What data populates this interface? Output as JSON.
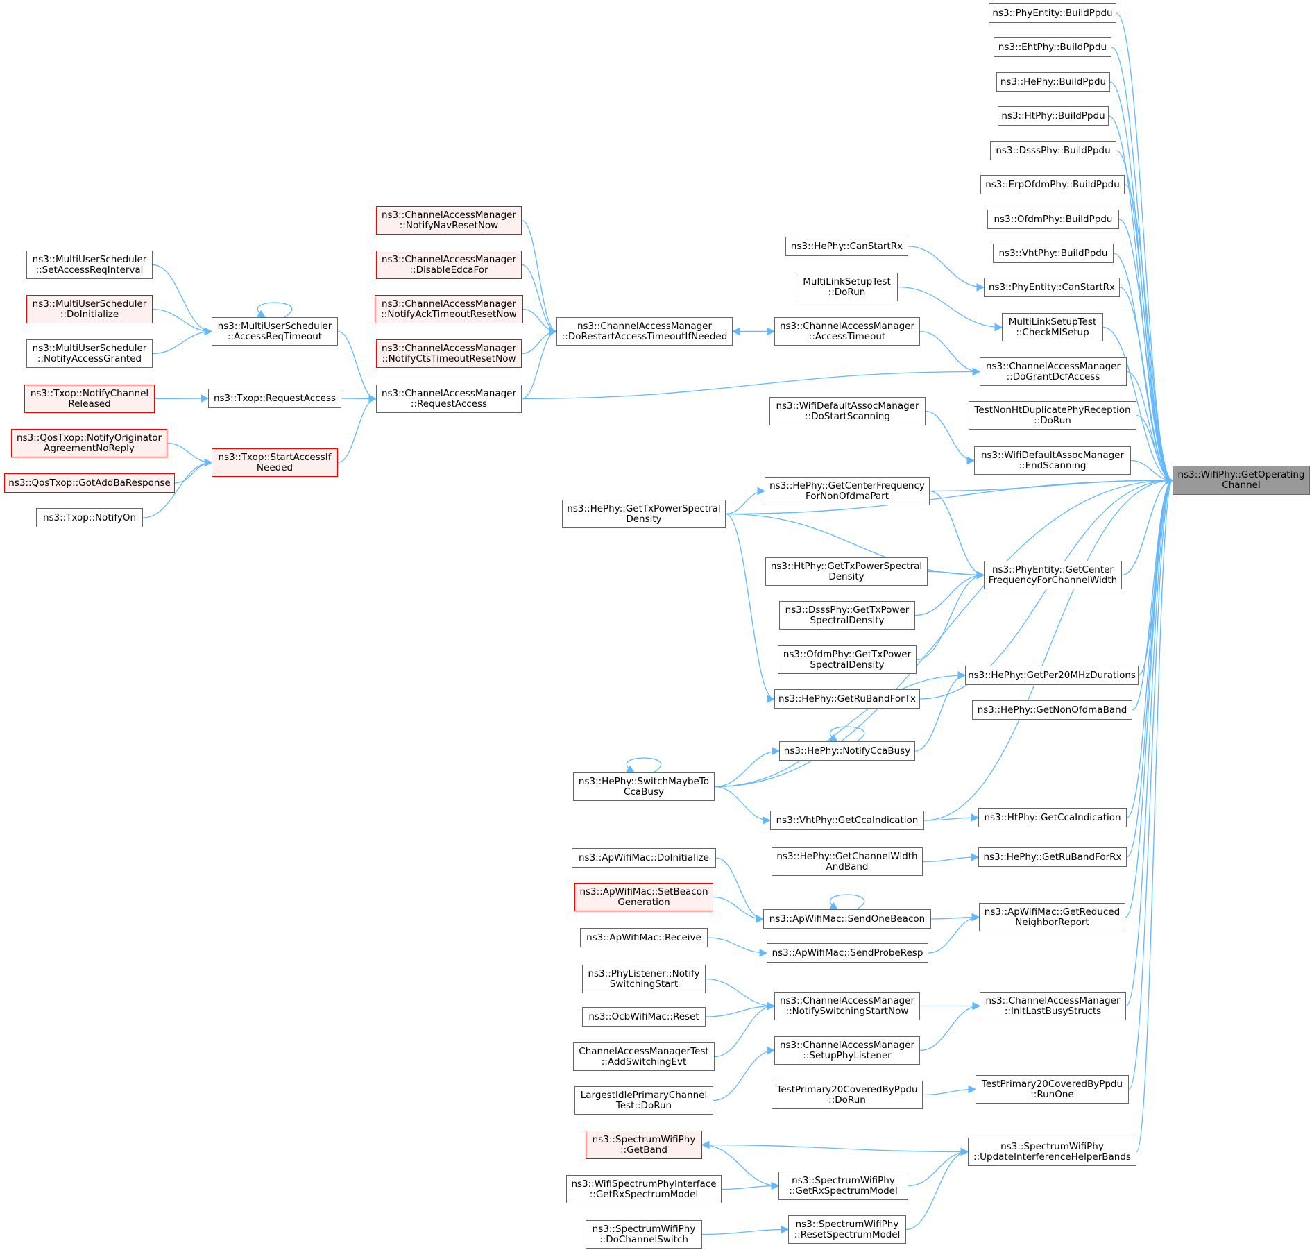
{
  "colors": {
    "edge": "#63b8ff",
    "border_normal": "#666666",
    "border_truncated": "#ff0000",
    "fill_truncated": "#fff0f0",
    "fill_root": "#999999"
  },
  "nodes": {
    "getoperatingchannel": {
      "lines": [
        "ns3::WifiPhy::GetOperating",
        "Channel"
      ],
      "style": "root"
    },
    "phyentity_buildppdu": {
      "lines": [
        "ns3::PhyEntity::BuildPpdu"
      ],
      "style": "normal"
    },
    "ehtphy_buildppdu": {
      "lines": [
        "ns3::EhtPhy::BuildPpdu"
      ],
      "style": "normal"
    },
    "hephy_buildppdu": {
      "lines": [
        "ns3::HePhy::BuildPpdu"
      ],
      "style": "normal"
    },
    "htphy_buildppdu": {
      "lines": [
        "ns3::HtPhy::BuildPpdu"
      ],
      "style": "normal"
    },
    "dsssphy_buildppdu": {
      "lines": [
        "ns3::DsssPhy::BuildPpdu"
      ],
      "style": "normal"
    },
    "erpofdmphy_buildppdu": {
      "lines": [
        "ns3::ErpOfdmPhy::BuildPpdu"
      ],
      "style": "normal"
    },
    "ofdmphy_buildppdu": {
      "lines": [
        "ns3::OfdmPhy::BuildPpdu"
      ],
      "style": "normal"
    },
    "vhtphy_buildppdu": {
      "lines": [
        "ns3::VhtPhy::BuildPpdu"
      ],
      "style": "normal"
    },
    "phyentity_canstartrx": {
      "lines": [
        "ns3::PhyEntity::CanStartRx"
      ],
      "style": "normal"
    },
    "multilinksetuptest_checkmlsetup": {
      "lines": [
        "MultiLinkSetupTest",
        "::CheckMlSetup"
      ],
      "style": "normal"
    },
    "cam_dograntdcfaccess": {
      "lines": [
        "ns3::ChannelAccessManager",
        "::DoGrantDcfAccess"
      ],
      "style": "normal"
    },
    "testnonht_dorun": {
      "lines": [
        "TestNonHtDuplicatePhyReception",
        "::DoRun"
      ],
      "style": "normal"
    },
    "wdam_endscanning": {
      "lines": [
        "ns3::WifiDefaultAssocManager",
        "::EndScanning"
      ],
      "style": "normal"
    },
    "phyentity_getcenterfreq": {
      "lines": [
        "ns3::PhyEntity::GetCenter",
        "FrequencyForChannelWidth"
      ],
      "style": "normal"
    },
    "hephy_getper20": {
      "lines": [
        "ns3::HePhy::GetPer20MHzDurations"
      ],
      "style": "normal"
    },
    "hephy_getnonofdmaband": {
      "lines": [
        "ns3::HePhy::GetNonOfdmaBand"
      ],
      "style": "normal"
    },
    "htphy_getccaindication": {
      "lines": [
        "ns3::HtPhy::GetCcaIndication"
      ],
      "style": "normal"
    },
    "hephy_getrubandforrx": {
      "lines": [
        "ns3::HePhy::GetRuBandForRx"
      ],
      "style": "normal"
    },
    "apwifimac_getreducedneighbor": {
      "lines": [
        "ns3::ApWifiMac::GetReduced",
        "NeighborReport"
      ],
      "style": "normal"
    },
    "cam_initlastbusystructs": {
      "lines": [
        "ns3::ChannelAccessManager",
        "::InitLastBusyStructs"
      ],
      "style": "normal"
    },
    "testprimary20_runone": {
      "lines": [
        "TestPrimary20CoveredByPpdu",
        "::RunOne"
      ],
      "style": "normal"
    },
    "swp_updateinterference": {
      "lines": [
        "ns3::SpectrumWifiPhy",
        "::UpdateInterferenceHelperBands"
      ],
      "style": "normal"
    },
    "hephy_canstartrx": {
      "lines": [
        "ns3::HePhy::CanStartRx"
      ],
      "style": "normal"
    },
    "multilinksetuptest_dorun": {
      "lines": [
        "MultiLinkSetupTest",
        "::DoRun"
      ],
      "style": "normal"
    },
    "cam_accesstimeout": {
      "lines": [
        "ns3::ChannelAccessManager",
        "::AccessTimeout"
      ],
      "style": "normal"
    },
    "wdam_dostartscanning": {
      "lines": [
        "ns3::WifiDefaultAssocManager",
        "::DoStartScanning"
      ],
      "style": "normal"
    },
    "hephy_getcenterfreqnonofdma": {
      "lines": [
        "ns3::HePhy::GetCenterFrequency",
        "ForNonOfdmaPart"
      ],
      "style": "normal"
    },
    "htphy_gettxpsd": {
      "lines": [
        "ns3::HtPhy::GetTxPowerSpectral",
        "Density"
      ],
      "style": "normal"
    },
    "dsssphy_gettxpsd": {
      "lines": [
        "ns3::DsssPhy::GetTxPower",
        "SpectralDensity"
      ],
      "style": "normal"
    },
    "ofdmphy_gettxpsd": {
      "lines": [
        "ns3::OfdmPhy::GetTxPower",
        "SpectralDensity"
      ],
      "style": "normal"
    },
    "hephy_getrubandfortx": {
      "lines": [
        "ns3::HePhy::GetRuBandForTx"
      ],
      "style": "normal"
    },
    "hephy_notifyccabusy": {
      "lines": [
        "ns3::HePhy::NotifyCcaBusy"
      ],
      "style": "normal"
    },
    "vhtphy_getccaindication": {
      "lines": [
        "ns3::VhtPhy::GetCcaIndication"
      ],
      "style": "normal"
    },
    "hephy_getchannelwidthandband": {
      "lines": [
        "ns3::HePhy::GetChannelWidth",
        "AndBand"
      ],
      "style": "normal"
    },
    "apwifimac_sendonebeacon": {
      "lines": [
        "ns3::ApWifiMac::SendOneBeacon"
      ],
      "style": "normal"
    },
    "apwifimac_sendproberesp": {
      "lines": [
        "ns3::ApWifiMac::SendProbeResp"
      ],
      "style": "normal"
    },
    "cam_notifyswitchingstartnow": {
      "lines": [
        "ns3::ChannelAccessManager",
        "::NotifySwitchingStartNow"
      ],
      "style": "normal"
    },
    "cam_setupphylistener": {
      "lines": [
        "ns3::ChannelAccessManager",
        "::SetupPhyListener"
      ],
      "style": "normal"
    },
    "testprimary20_dorun": {
      "lines": [
        "TestPrimary20CoveredByPpdu",
        "::DoRun"
      ],
      "style": "normal"
    },
    "swp_getrxspectrummodel": {
      "lines": [
        "ns3::SpectrumWifiPhy",
        "::GetRxSpectrumModel"
      ],
      "style": "normal"
    },
    "swp_resetspectrummodel": {
      "lines": [
        "ns3::SpectrumWifiPhy",
        "::ResetSpectrumModel"
      ],
      "style": "normal"
    },
    "cam_dorestartaccesstimeout": {
      "lines": [
        "ns3::ChannelAccessManager",
        "::DoRestartAccessTimeoutIfNeeded"
      ],
      "style": "normal"
    },
    "cam_requestaccess": {
      "lines": [
        "ns3::ChannelAccessManager",
        "::RequestAccess"
      ],
      "style": "normal"
    },
    "hephy_gettxpsd": {
      "lines": [
        "ns3::HePhy::GetTxPowerSpectral",
        "Density"
      ],
      "style": "normal"
    },
    "hephy_switchmaybetoccabusy": {
      "lines": [
        "ns3::HePhy::SwitchMaybeTo",
        "CcaBusy"
      ],
      "style": "normal"
    },
    "apwifimac_doinitialize": {
      "lines": [
        "ns3::ApWifiMac::DoInitialize"
      ],
      "style": "normal"
    },
    "apwifimac_setbeacongeneration": {
      "lines": [
        "ns3::ApWifiMac::SetBeacon",
        "Generation"
      ],
      "style": "truncated"
    },
    "apwifimac_receive": {
      "lines": [
        "ns3::ApWifiMac::Receive"
      ],
      "style": "normal"
    },
    "phylistener_notifyswitchingstart": {
      "lines": [
        "ns3::PhyListener::Notify",
        "SwitchingStart"
      ],
      "style": "normal"
    },
    "ocbwifimac_reset": {
      "lines": [
        "ns3::OcbWifiMac::Reset"
      ],
      "style": "normal"
    },
    "camtest_addswitchingevt": {
      "lines": [
        "ChannelAccessManagerTest",
        "::AddSwitchingEvt"
      ],
      "style": "normal"
    },
    "largestidle_dorun": {
      "lines": [
        "LargestIdlePrimaryChannel",
        "Test::DoRun"
      ],
      "style": "normal"
    },
    "swp_getband": {
      "lines": [
        "ns3::SpectrumWifiPhy",
        "::GetBand"
      ],
      "style": "truncated"
    },
    "wspi_getrxspectrummodel": {
      "lines": [
        "ns3::WifiSpectrumPhyInterface",
        "::GetRxSpectrumModel"
      ],
      "style": "normal"
    },
    "swp_dochannelswitch": {
      "lines": [
        "ns3::SpectrumWifiPhy",
        "::DoChannelSwitch"
      ],
      "style": "normal"
    },
    "cam_notifynavresetnow": {
      "lines": [
        "ns3::ChannelAccessManager",
        "::NotifyNavResetNow"
      ],
      "style": "truncated"
    },
    "cam_disableedcafor": {
      "lines": [
        "ns3::ChannelAccessManager",
        "::DisableEdcaFor"
      ],
      "style": "truncated"
    },
    "cam_notifyacktimeoutresetnow": {
      "lines": [
        "ns3::ChannelAccessManager",
        "::NotifyAckTimeoutResetNow"
      ],
      "style": "truncated"
    },
    "cam_notifyctstimeoutresetnow": {
      "lines": [
        "ns3::ChannelAccessManager",
        "::NotifyCtsTimeoutResetNow"
      ],
      "style": "truncated"
    },
    "mus_accessreqtimeout": {
      "lines": [
        "ns3::MultiUserScheduler",
        "::AccessReqTimeout"
      ],
      "style": "normal"
    },
    "txop_requestaccess": {
      "lines": [
        "ns3::Txop::RequestAccess"
      ],
      "style": "normal"
    },
    "txop_startaccessifneeded": {
      "lines": [
        "ns3::Txop::StartAccessIf",
        "Needed"
      ],
      "style": "truncated"
    },
    "mus_setaccessreqinterval": {
      "lines": [
        "ns3::MultiUserScheduler",
        "::SetAccessReqInterval"
      ],
      "style": "normal"
    },
    "mus_doinitialize": {
      "lines": [
        "ns3::MultiUserScheduler",
        "::DoInitialize"
      ],
      "style": "truncated"
    },
    "mus_notifyaccessgranted": {
      "lines": [
        "ns3::MultiUserScheduler",
        "::NotifyAccessGranted"
      ],
      "style": "normal"
    },
    "txop_notifychannelreleased": {
      "lines": [
        "ns3::Txop::NotifyChannel",
        "Released"
      ],
      "style": "truncated"
    },
    "qostxop_notifyoriginator": {
      "lines": [
        "ns3::QosTxop::NotifyOriginator",
        "AgreementNoReply"
      ],
      "style": "truncated"
    },
    "qostxop_gotaddbaresponse": {
      "lines": [
        "ns3::QosTxop::GotAddBaResponse"
      ],
      "style": "truncated"
    },
    "txop_notifyon": {
      "lines": [
        "ns3::Txop::NotifyOn"
      ],
      "style": "normal"
    }
  },
  "edges": [
    [
      "phyentity_buildppdu",
      "getoperatingchannel"
    ],
    [
      "ehtphy_buildppdu",
      "getoperatingchannel"
    ],
    [
      "hephy_buildppdu",
      "getoperatingchannel"
    ],
    [
      "htphy_buildppdu",
      "getoperatingchannel"
    ],
    [
      "dsssphy_buildppdu",
      "getoperatingchannel"
    ],
    [
      "erpofdmphy_buildppdu",
      "getoperatingchannel"
    ],
    [
      "ofdmphy_buildppdu",
      "getoperatingchannel"
    ],
    [
      "vhtphy_buildppdu",
      "getoperatingchannel"
    ],
    [
      "phyentity_canstartrx",
      "getoperatingchannel"
    ],
    [
      "multilinksetuptest_checkmlsetup",
      "getoperatingchannel"
    ],
    [
      "cam_dograntdcfaccess",
      "getoperatingchannel"
    ],
    [
      "testnonht_dorun",
      "getoperatingchannel"
    ],
    [
      "wdam_endscanning",
      "getoperatingchannel"
    ],
    [
      "hephy_gettxpsd",
      "getoperatingchannel"
    ],
    [
      "hephy_getcenterfreqnonofdma",
      "getoperatingchannel"
    ],
    [
      "phyentity_getcenterfreq",
      "getoperatingchannel"
    ],
    [
      "hephy_getrubandfortx",
      "getoperatingchannel"
    ],
    [
      "hephy_getper20",
      "getoperatingchannel"
    ],
    [
      "hephy_getnonofdmaband",
      "getoperatingchannel"
    ],
    [
      "hephy_switchmaybetoccabusy",
      "getoperatingchannel"
    ],
    [
      "vhtphy_getccaindication",
      "getoperatingchannel"
    ],
    [
      "htphy_getccaindication",
      "getoperatingchannel"
    ],
    [
      "hephy_getrubandforrx",
      "getoperatingchannel"
    ],
    [
      "apwifimac_getreducedneighbor",
      "getoperatingchannel"
    ],
    [
      "cam_initlastbusystructs",
      "getoperatingchannel"
    ],
    [
      "testprimary20_runone",
      "getoperatingchannel"
    ],
    [
      "swp_updateinterference",
      "getoperatingchannel"
    ],
    [
      "hephy_canstartrx",
      "phyentity_canstartrx"
    ],
    [
      "multilinksetuptest_dorun",
      "multilinksetuptest_checkmlsetup"
    ],
    [
      "cam_accesstimeout",
      "cam_dograntdcfaccess"
    ],
    [
      "cam_requestaccess",
      "cam_dograntdcfaccess"
    ],
    [
      "wdam_dostartscanning",
      "wdam_endscanning"
    ],
    [
      "hephy_gettxpsd",
      "hephy_getcenterfreqnonofdma"
    ],
    [
      "hephy_getcenterfreqnonofdma",
      "phyentity_getcenterfreq"
    ],
    [
      "hephy_gettxpsd",
      "phyentity_getcenterfreq"
    ],
    [
      "htphy_gettxpsd",
      "phyentity_getcenterfreq"
    ],
    [
      "dsssphy_gettxpsd",
      "phyentity_getcenterfreq"
    ],
    [
      "ofdmphy_gettxpsd",
      "phyentity_getcenterfreq"
    ],
    [
      "hephy_gettxpsd",
      "hephy_getrubandfortx"
    ],
    [
      "hephy_notifyccabusy",
      "hephy_getper20"
    ],
    [
      "hephy_switchmaybetoccabusy",
      "hephy_getper20"
    ],
    [
      "hephy_notifyccabusy",
      "hephy_notifyccabusy"
    ],
    [
      "hephy_switchmaybetoccabusy",
      "hephy_notifyccabusy"
    ],
    [
      "hephy_switchmaybetoccabusy",
      "hephy_switchmaybetoccabusy"
    ],
    [
      "hephy_switchmaybetoccabusy",
      "vhtphy_getccaindication"
    ],
    [
      "vhtphy_getccaindication",
      "htphy_getccaindication"
    ],
    [
      "hephy_getchannelwidthandband",
      "hephy_getrubandforrx"
    ],
    [
      "apwifimac_sendonebeacon",
      "apwifimac_getreducedneighbor"
    ],
    [
      "apwifimac_sendproberesp",
      "apwifimac_getreducedneighbor"
    ],
    [
      "apwifimac_sendonebeacon",
      "apwifimac_sendonebeacon"
    ],
    [
      "apwifimac_doinitialize",
      "apwifimac_sendonebeacon"
    ],
    [
      "apwifimac_setbeacongeneration",
      "apwifimac_sendonebeacon"
    ],
    [
      "apwifimac_receive",
      "apwifimac_sendproberesp"
    ],
    [
      "cam_notifyswitchingstartnow",
      "cam_initlastbusystructs"
    ],
    [
      "cam_setupphylistener",
      "cam_initlastbusystructs"
    ],
    [
      "phylistener_notifyswitchingstart",
      "cam_notifyswitchingstartnow"
    ],
    [
      "ocbwifimac_reset",
      "cam_notifyswitchingstartnow"
    ],
    [
      "camtest_addswitchingevt",
      "cam_notifyswitchingstartnow"
    ],
    [
      "largestidle_dorun",
      "cam_setupphylistener"
    ],
    [
      "testprimary20_dorun",
      "testprimary20_runone"
    ],
    [
      "swp_updateinterference",
      "swp_getband"
    ],
    [
      "swp_getrxspectrummodel",
      "swp_updateinterference"
    ],
    [
      "swp_resetspectrummodel",
      "swp_updateinterference"
    ],
    [
      "swp_getband",
      "swp_getrxspectrummodel"
    ],
    [
      "wspi_getrxspectrummodel",
      "swp_getrxspectrummodel"
    ],
    [
      "swp_dochannelswitch",
      "swp_resetspectrummodel"
    ],
    [
      "cam_accesstimeout",
      "cam_dorestartaccesstimeout"
    ],
    [
      "cam_dorestartaccesstimeout",
      "cam_accesstimeout"
    ],
    [
      "cam_notifynavresetnow",
      "cam_dorestartaccesstimeout"
    ],
    [
      "cam_disableedcafor",
      "cam_dorestartaccesstimeout"
    ],
    [
      "cam_notifyacktimeoutresetnow",
      "cam_dorestartaccesstimeout"
    ],
    [
      "cam_notifyctstimeoutresetnow",
      "cam_dorestartaccesstimeout"
    ],
    [
      "cam_requestaccess",
      "cam_dorestartaccesstimeout"
    ],
    [
      "mus_accessreqtimeout",
      "cam_requestaccess"
    ],
    [
      "txop_requestaccess",
      "cam_requestaccess"
    ],
    [
      "txop_startaccessifneeded",
      "cam_requestaccess"
    ],
    [
      "mus_accessreqtimeout",
      "mus_accessreqtimeout"
    ],
    [
      "mus_setaccessreqinterval",
      "mus_accessreqtimeout"
    ],
    [
      "mus_doinitialize",
      "mus_accessreqtimeout"
    ],
    [
      "mus_notifyaccessgranted",
      "mus_accessreqtimeout"
    ],
    [
      "txop_notifychannelreleased",
      "txop_requestaccess"
    ],
    [
      "qostxop_notifyoriginator",
      "txop_startaccessifneeded"
    ],
    [
      "qostxop_gotaddbaresponse",
      "txop_startaccessifneeded"
    ],
    [
      "txop_notifyon",
      "txop_startaccessifneeded"
    ]
  ]
}
